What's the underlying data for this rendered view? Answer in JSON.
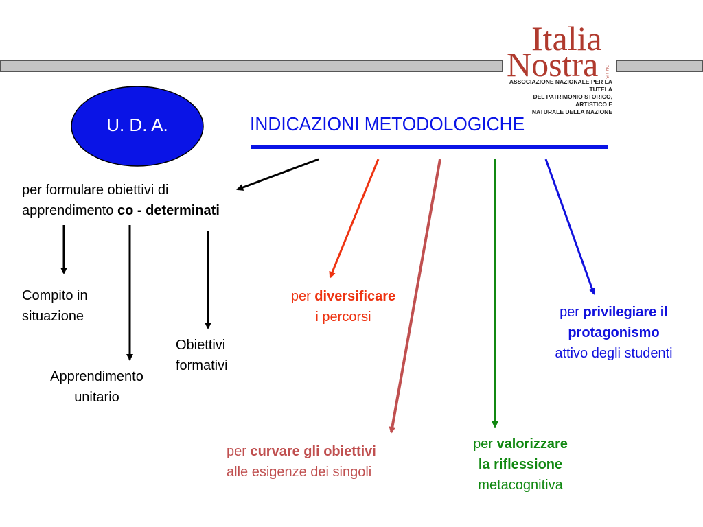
{
  "logo": {
    "line1": "Italia",
    "line2": "Nostra",
    "tag": "ONLUS",
    "subtitle1": "ASSOCIAZIONE NAZIONALE PER LA TUTELA",
    "subtitle2": "DEL PATRIMONIO STORICO, ARTISTICO E",
    "subtitle3": "NATURALE DELLA NAZIONE"
  },
  "uda": "U. D. A.",
  "title": "INDICAZIONI METODOLOGICHE",
  "formulare": {
    "line1": "per formulare obiettivi di",
    "line2_pre": "apprendimento ",
    "line2_bold": "co - determinati"
  },
  "compito": {
    "line1": "Compito in",
    "line2": "situazione"
  },
  "apprendimento": {
    "line1": "Apprendimento",
    "line2": "unitario"
  },
  "obiettivi": {
    "line1": "Obiettivi",
    "line2": "formativi"
  },
  "diversificare": {
    "pre": "per ",
    "bold": "diversificare",
    "line2": "i percorsi"
  },
  "curvare": {
    "pre": "per ",
    "bold": "curvare gli obiettivi",
    "line2": "alle esigenze dei singoli"
  },
  "valorizzare": {
    "pre": "per ",
    "bold1": "valorizzare",
    "bold2": "la riflessione",
    "line3": "metacognitiva"
  },
  "privilegiare": {
    "pre": "per ",
    "bold1": "privilegiare il",
    "bold2": "protagonismo",
    "line3": "attivo  degli studenti"
  },
  "colors": {
    "red": "#ee3311",
    "rose": "#c05050",
    "green": "#118811",
    "blue": "#1111dd",
    "ellipse": "#0a14e6"
  }
}
